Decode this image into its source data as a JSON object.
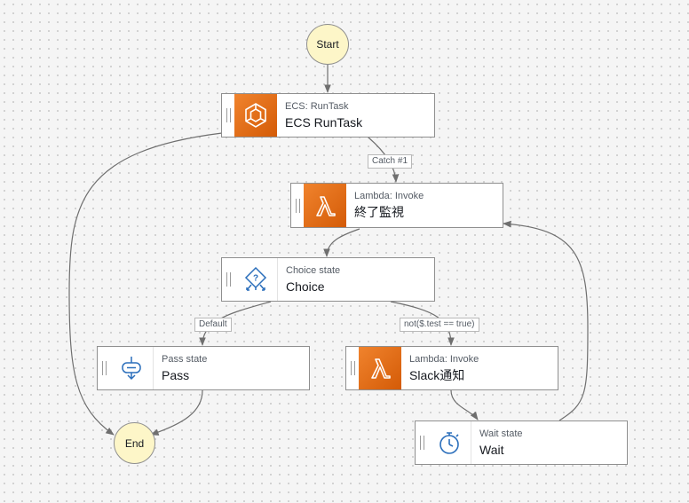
{
  "start": "Start",
  "end": "End",
  "states": {
    "ecs": {
      "type": "ECS: RunTask",
      "name": "ECS RunTask",
      "icon": "ecs-icon"
    },
    "lambda_monitor": {
      "type": "Lambda: Invoke",
      "name": "終了監視",
      "icon": "lambda-icon"
    },
    "choice": {
      "type": "Choice state",
      "name": "Choice",
      "icon": "choice-icon"
    },
    "pass": {
      "type": "Pass state",
      "name": "Pass",
      "icon": "pass-icon"
    },
    "lambda_slack": {
      "type": "Lambda: Invoke",
      "name": "Slack通知",
      "icon": "lambda-icon"
    },
    "wait": {
      "type": "Wait state",
      "name": "Wait",
      "icon": "timer-icon"
    }
  },
  "edge_labels": {
    "catch": "Catch #1",
    "default": "Default",
    "condition": "not($.test == true)"
  },
  "colors": {
    "lambda_orange": "#e8701a",
    "start_end_fill": "#fdf6c8",
    "choice_blue": "#2a6ebb"
  }
}
